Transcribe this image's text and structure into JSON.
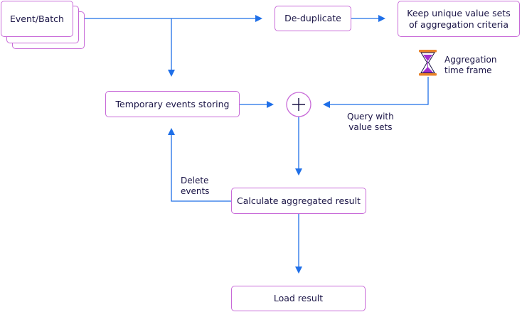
{
  "nodes": {
    "event_batch": "Event/Batch",
    "deduplicate": "De-duplicate",
    "keep_unique": "Keep unique value sets\nof aggregation criteria",
    "temp_storing": "Temporary events storing",
    "calculate": "Calculate aggregated result",
    "load_result": "Load result"
  },
  "labels": {
    "aggregation_time_frame": "Aggregation\ntime frame",
    "query_with_value_sets": "Query with\nvalue sets",
    "delete_events": "Delete\nevents"
  },
  "colors": {
    "arrow": "#1f6fe8",
    "node_border": "#c86ad8",
    "text": "#1a1446",
    "hourglass_frame": "#e8822a",
    "hourglass_sand": "#a22fd0"
  },
  "icons": {
    "join": "plus-circle-icon",
    "timer": "hourglass-icon"
  }
}
